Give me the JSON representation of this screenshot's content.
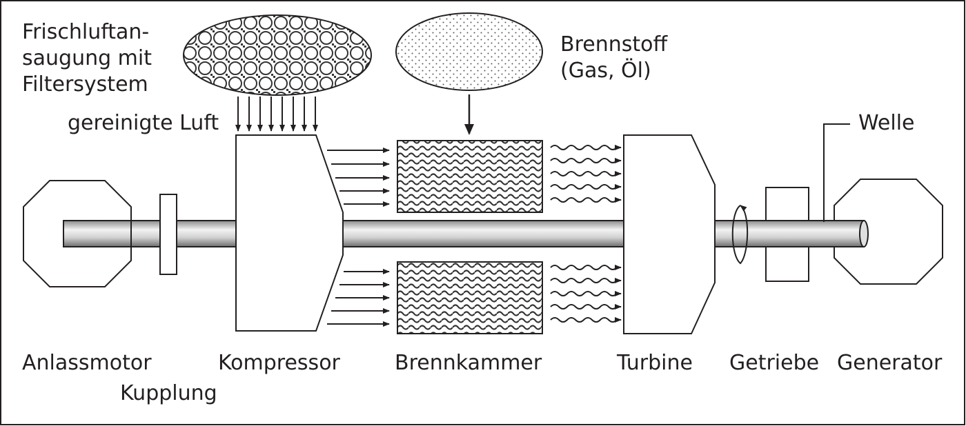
{
  "labels": {
    "intake_line1": "Frischluftan-",
    "intake_line2": "saugung mit",
    "intake_line3": "Filtersystem",
    "clean_air": "gereinigte Luft",
    "fuel_line1": "Brennstoff",
    "fuel_line2": "(Gas, Öl)",
    "shaft": "Welle",
    "starter_motor": "Anlassmotor",
    "coupling": "Kupplung",
    "compressor": "Kompressor",
    "combustion_chamber": "Brennkammer",
    "turbine": "Turbine",
    "gearbox": "Getriebe",
    "generator": "Generator"
  }
}
